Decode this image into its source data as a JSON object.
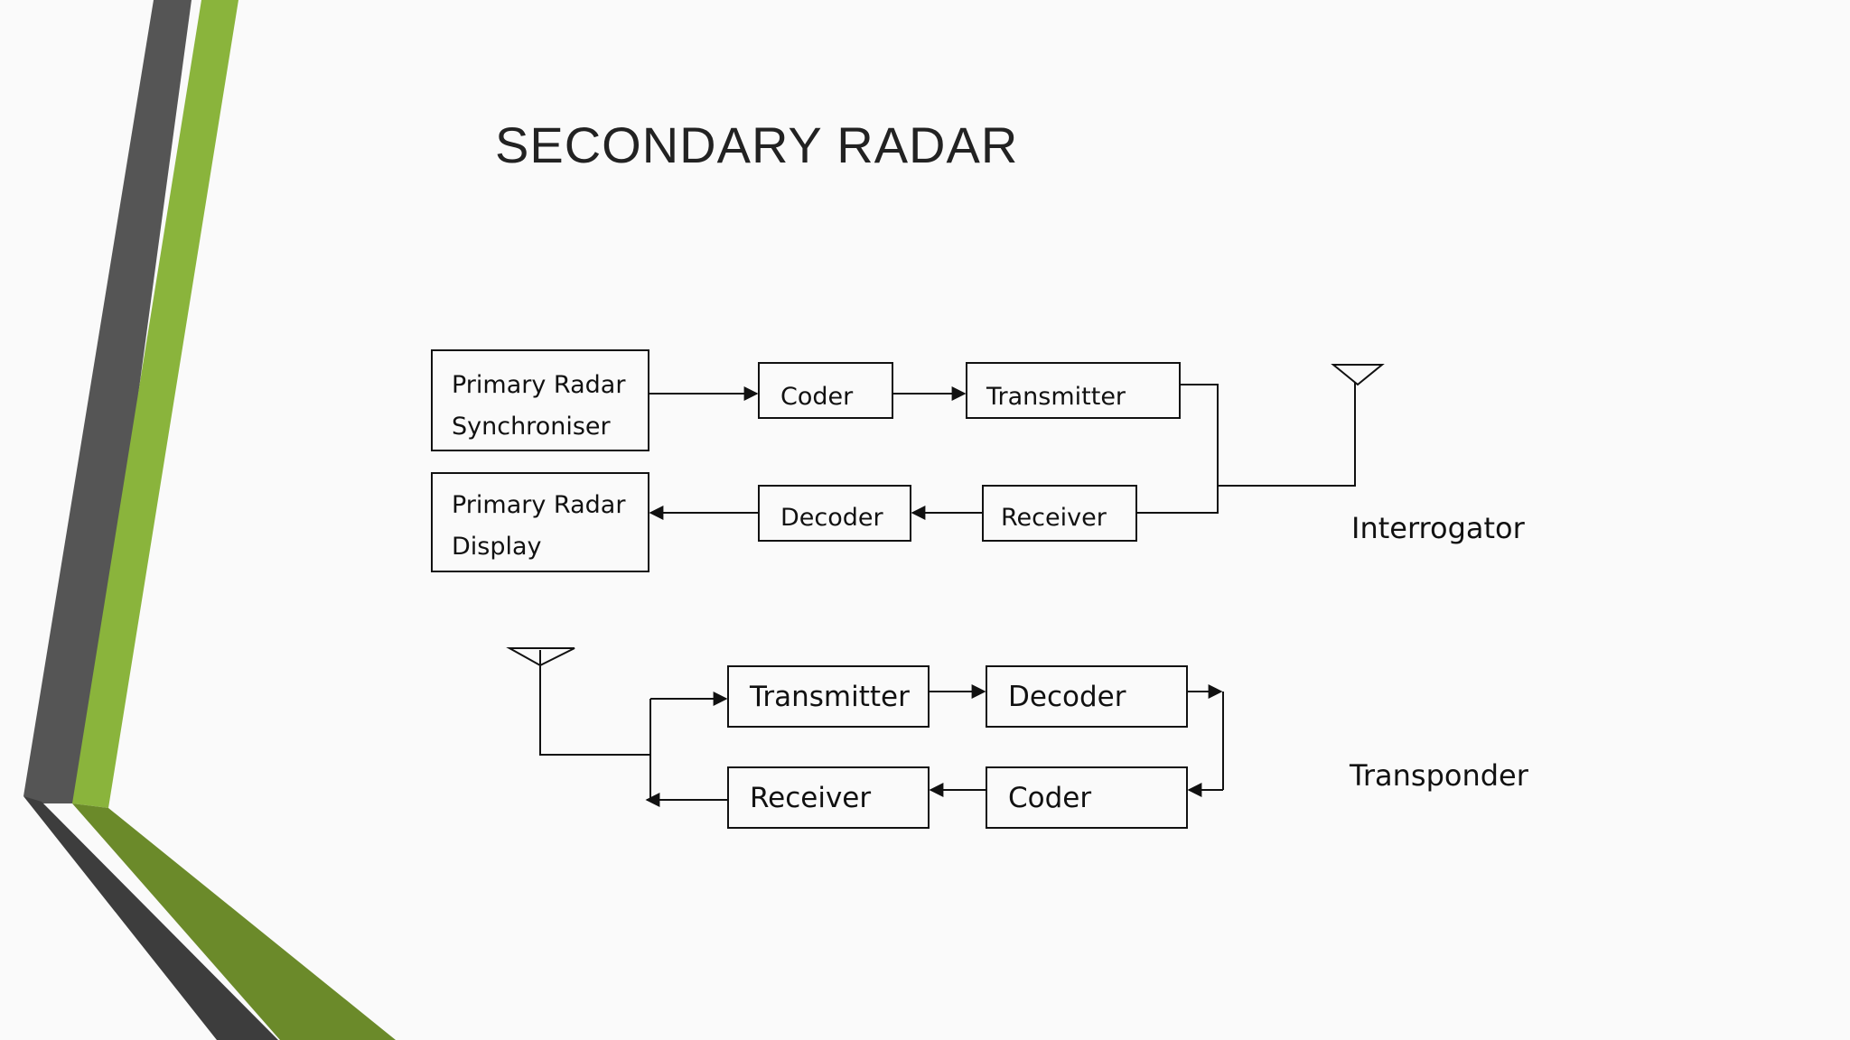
{
  "title": "SECONDARY RADAR",
  "interrogator": {
    "label": "Interrogator",
    "sync_box": {
      "line1": "Primary Radar",
      "line2": "Synchroniser"
    },
    "display_box": {
      "line1": "Primary Radar",
      "line2": "Display"
    },
    "coder": "Coder",
    "transmitter": "Transmitter",
    "decoder": "Decoder",
    "receiver": "Receiver"
  },
  "transponder": {
    "label": "Transponder",
    "transmitter": "Transmitter",
    "decoder": "Decoder",
    "receiver": "Receiver",
    "coder": "Coder"
  },
  "colors": {
    "accent_green": "#8ab43c",
    "dark_green": "#6b8a2a",
    "dark_gray": "#4f4f4f",
    "background": "#fafafa"
  }
}
